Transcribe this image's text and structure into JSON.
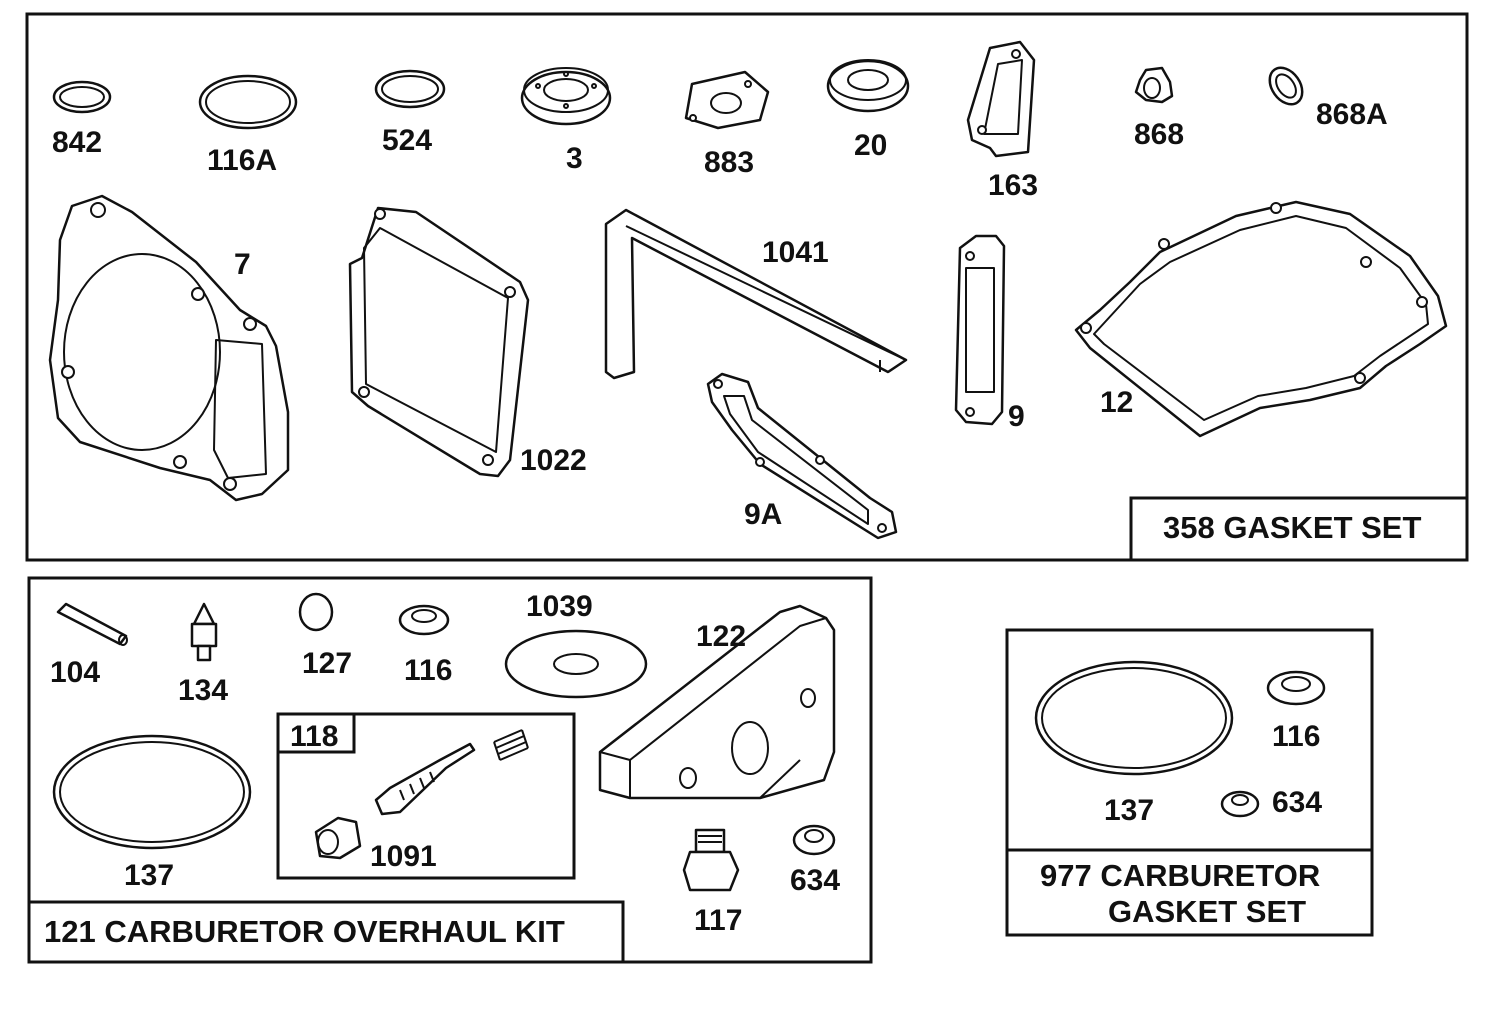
{
  "gasket_set": {
    "title": "358 GASKET SET",
    "parts": {
      "p842": "842",
      "p116A": "116A",
      "p524": "524",
      "p3": "3",
      "p883": "883",
      "p20": "20",
      "p163": "163",
      "p868": "868",
      "p868A": "868A",
      "p7": "7",
      "p1022": "1022",
      "p1041": "1041",
      "p9A": "9A",
      "p9": "9",
      "p12": "12"
    }
  },
  "overhaul_kit": {
    "title": "121 CARBURETOR OVERHAUL KIT",
    "parts": {
      "p104": "104",
      "p134": "134",
      "p127": "127",
      "p116": "116",
      "p1039": "1039",
      "p122": "122",
      "p137": "137",
      "p1091": "1091",
      "p117": "117",
      "p634": "634"
    },
    "sub_kit": {
      "label": "118"
    }
  },
  "carb_gasket_set": {
    "title_line1": "977 CARBURETOR",
    "title_line2": "GASKET SET",
    "parts": {
      "p116": "116",
      "p137": "137",
      "p634": "634"
    }
  }
}
